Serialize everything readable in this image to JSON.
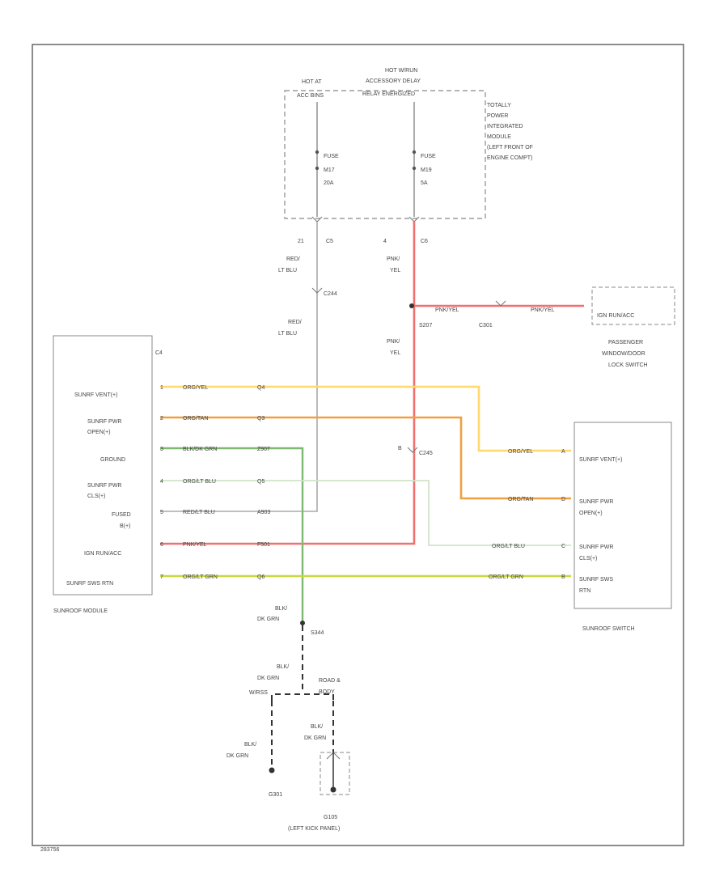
{
  "diagram": {
    "footer_code": "283756",
    "tipm": {
      "hot_acc": [
        "HOT AT",
        "ACC BINS"
      ],
      "hot_run": [
        "HOT W/RUN",
        "ACCESSORY DELAY",
        "RELAY ENERGIZED"
      ],
      "desc": [
        "TOTALLY",
        "POWER",
        "INTEGRATED",
        "MODULE",
        "(LEFT FRONT OF",
        "ENGINE COMPT)"
      ],
      "fuse1": [
        "FUSE",
        "M17",
        "20A"
      ],
      "fuse2": [
        "FUSE",
        "M19",
        "5A"
      ]
    },
    "pins": {
      "p1": "21",
      "c1": "C5",
      "p2": "4",
      "c2": "C6"
    },
    "wires": {
      "red_ltblu_a": [
        "RED/",
        "LT BLU"
      ],
      "red_ltblu_b": [
        "RED/",
        "LT BLU"
      ],
      "pnk_yel_a": [
        "PNK/",
        "YEL"
      ],
      "pnk_yel_b": [
        "PNK/",
        "YEL"
      ],
      "c244": "C244",
      "s207": "S207",
      "c301": "C301",
      "c245": "C245",
      "pnk_yel_h1": "PNK/YEL",
      "pnk_yel_h2": "PNK/YEL",
      "switch_pin": "B"
    },
    "lock_switch": {
      "box_label": "IGN RUN/ACC",
      "name": [
        "PASSENGER",
        "WINDOW/DOOR",
        "LOCK SWITCH"
      ]
    },
    "module": {
      "connector": "C4",
      "name": "SUNROOF MODULE",
      "pins": [
        {
          "label": [
            "SUNRF VENT(+)"
          ],
          "wire": "ORG/YEL",
          "circuit": "Q4"
        },
        {
          "label": [
            "SUNRF PWR",
            "OPEN(+)"
          ],
          "wire": "ORG/TAN",
          "circuit": "Q3"
        },
        {
          "label": [
            "GROUND"
          ],
          "wire": "BLK/DK GRN",
          "circuit": "Z907"
        },
        {
          "label": [
            "SUNRF PWR",
            "CLS(+)"
          ],
          "wire": "ORG/LT BLU",
          "circuit": "Q5"
        },
        {
          "label": [
            "FUSED",
            "B(+)"
          ],
          "wire": "RED/LT BLU",
          "circuit": "A903"
        },
        {
          "label": [
            "IGN RUN/ACC"
          ],
          "wire": "PNK/YEL",
          "circuit": "F501"
        },
        {
          "label": [
            "SUNRF SWS RTN"
          ],
          "wire": "ORG/LT GRN",
          "circuit": "Q6"
        }
      ]
    },
    "switch": {
      "name": "SUNROOF SWITCH",
      "pins": [
        {
          "label": [
            "SUNRF VENT(+)"
          ],
          "wire": "ORG/YEL",
          "pin": "A"
        },
        {
          "label": [
            "SUNRF PWR",
            "OPEN(+)"
          ],
          "wire": "ORG/TAN",
          "pin": "D"
        },
        {
          "label": [
            "SUNRF PWR",
            "CLS(+)"
          ],
          "wire": "ORG/LT BLU",
          "pin": "C"
        },
        {
          "label": [
            "SUNRF SWS",
            "RTN"
          ],
          "wire": "ORG/LT GRN",
          "pin": "B"
        }
      ]
    },
    "ground": {
      "wire1": [
        "BLK/",
        "DK GRN"
      ],
      "s344": "S344",
      "wire2": [
        "BLK/",
        "DK GRN"
      ],
      "wire3": [
        "BLK/",
        "DK GRN"
      ],
      "wire4": [
        "BLK/",
        "DK GRN"
      ],
      "body_note": [
        "W/RSS",
        "ROAD &",
        "BODY"
      ],
      "alt_note": "W/RSS",
      "g301": "G301",
      "g105": "G105",
      "g105_loc": "(LEFT KICK PANEL)"
    }
  }
}
